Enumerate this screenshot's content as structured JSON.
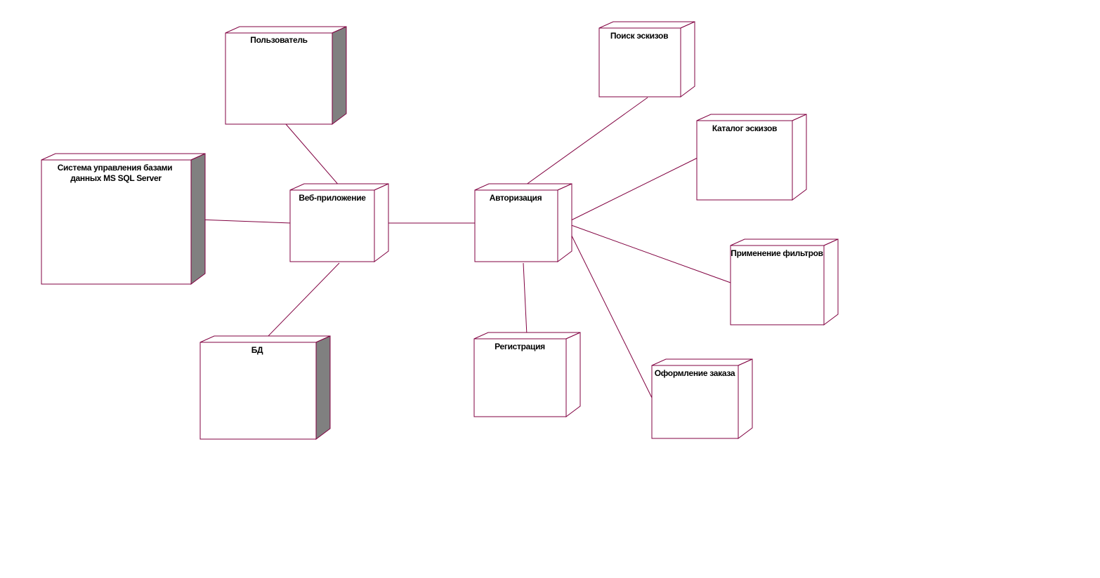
{
  "colors": {
    "stroke": "#800040",
    "shade": "#808080",
    "background": "#ffffff",
    "text": "#000000"
  },
  "nodes": {
    "user": {
      "label": "Пользователь"
    },
    "dbms": {
      "label_lines": [
        "Система управления базами",
        "данных MS SQL Server"
      ]
    },
    "webapp": {
      "label": "Веб-приложение"
    },
    "db": {
      "label": "БД"
    },
    "auth": {
      "label": "Авторизация"
    },
    "search": {
      "label": "Поиск эскизов"
    },
    "catalog": {
      "label": "Каталог эскизов"
    },
    "filters": {
      "label": "Применение фильтров"
    },
    "registration": {
      "label": "Регистрация"
    },
    "order": {
      "label": "Оформление заказа"
    }
  }
}
